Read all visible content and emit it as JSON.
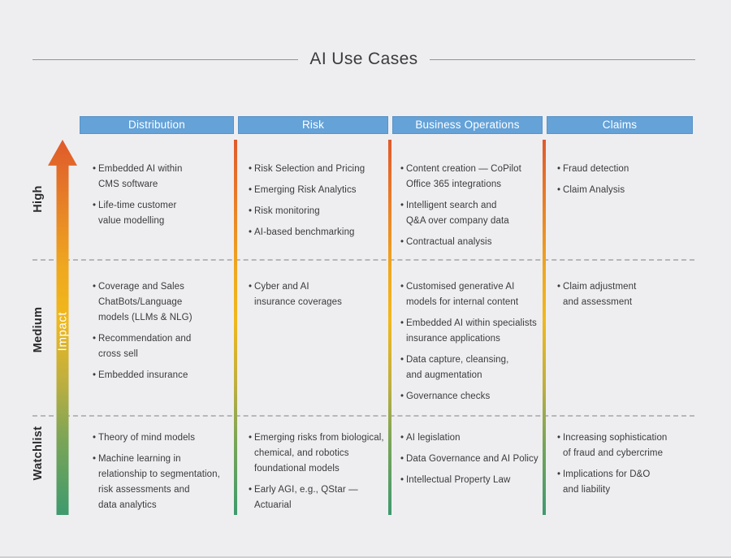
{
  "title": "AI Use Cases",
  "impact_axis": {
    "label": "Impact",
    "levels": [
      {
        "label": "High"
      },
      {
        "label": "Medium"
      },
      {
        "label": "Watchlist"
      }
    ]
  },
  "colors": {
    "background": "#EEEEF0",
    "header_blue": "#64A2D8",
    "gradient_top_orange": "#DF5A2B",
    "gradient_mid_yellow": "#F0B81C",
    "gradient_bottom_green": "#3E9A6E",
    "dashed_divider_gray": "#B7B7BA",
    "text_dark": "#3A3A3C"
  },
  "grid": {
    "columns": [
      {
        "label": "Distribution",
        "cells": {
          "high": [
            "Embedded AI within\nCMS software",
            "Life-time customer\nvalue modelling"
          ],
          "medium": [
            "Coverage and Sales\nChatBots/Language\nmodels (LLMs & NLG)",
            "Recommendation and\ncross sell",
            "Embedded insurance"
          ],
          "watchlist": [
            "Theory of mind models",
            "Machine learning in\nrelationship to segmentation,\nrisk assessments and\ndata analytics"
          ]
        }
      },
      {
        "label": "Risk",
        "cells": {
          "high": [
            "Risk Selection and Pricing",
            "Emerging Risk Analytics",
            "Risk monitoring",
            "AI-based benchmarking"
          ],
          "medium": [
            "Cyber and AI\ninsurance coverages"
          ],
          "watchlist": [
            "Emerging risks from biological,\nchemical, and robotics\nfoundational models",
            "Early AGI, e.g., QStar —\nActuarial"
          ]
        }
      },
      {
        "label": "Business Operations",
        "cells": {
          "high": [
            "Content creation — CoPilot\nOffice 365 integrations",
            "Intelligent search and\nQ&A over company data",
            "Contractual analysis"
          ],
          "medium": [
            "Customised generative AI\nmodels for internal content",
            "Embedded AI within specialists\ninsurance applications",
            "Data capture, cleansing,\nand augmentation",
            "Governance checks"
          ],
          "watchlist": [
            "AI legislation",
            "Data Governance and AI Policy",
            "Intellectual Property Law"
          ]
        }
      },
      {
        "label": "Claims",
        "cells": {
          "high": [
            "Fraud detection",
            "Claim Analysis"
          ],
          "medium": [
            "Claim adjustment\nand assessment"
          ],
          "watchlist": [
            "Increasing sophistication\nof fraud and cybercrime",
            "Implications for D&O\nand liability"
          ]
        }
      }
    ]
  }
}
